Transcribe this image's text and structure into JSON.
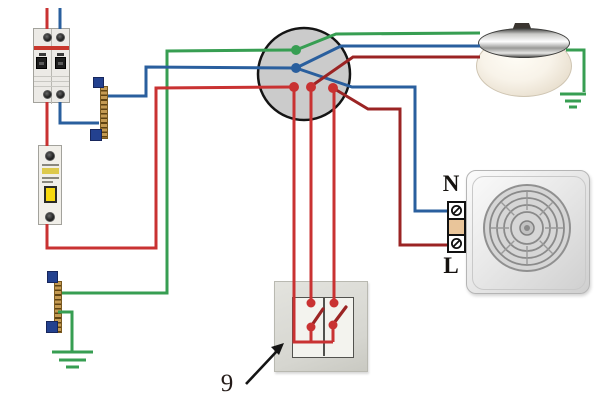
{
  "labels": {
    "neutral": "N",
    "line": "L",
    "callout": "9"
  },
  "colors": {
    "wire_live": "#c93232",
    "wire_live_dark": "#9b2424",
    "wire_neutral": "#2a5f9e",
    "wire_ground": "#379e52",
    "junction_fill": "#cbcbcb",
    "terminal_beige": "#e9c59a",
    "bus_bar": "#c49a52",
    "bracket_blue": "#23418f",
    "breaker_stripe": "#c8372d",
    "toggle_yellow": "#f6d80f"
  },
  "components": [
    "double-pole-main-breaker",
    "single-pole-light-breaker",
    "neutral-bus-bar",
    "ground-bus-bar",
    "junction-box",
    "ceiling-light",
    "exhaust-fan",
    "fan-terminal-block",
    "two-gang-switch",
    "earth-ground-symbols"
  ]
}
